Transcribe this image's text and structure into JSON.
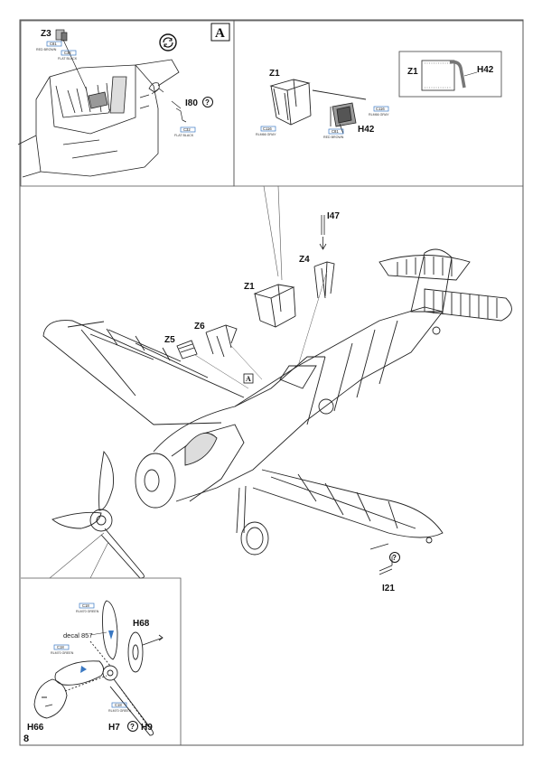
{
  "page_number": "8",
  "panel_a_marker": "A",
  "cockpit_inset": {
    "part_z3": "Z3",
    "part_i80": "I80",
    "callout_1": {
      "code": "C81",
      "color": "RED BROWN"
    },
    "callout_2": {
      "code": "C32",
      "color": "FLAT BLACK"
    },
    "callout_3": {
      "code": "C32",
      "color": "FLAT BLACK"
    }
  },
  "armor_inset": {
    "part_z1": "Z1",
    "part_h42": "H42",
    "callout_1": {
      "code": "C116",
      "color": "RLM66 GRAY"
    },
    "callout_2": {
      "code": "C81",
      "color": "RED BROWN"
    },
    "callout_3": {
      "code": "C116",
      "color": "RLM66 GRAY"
    }
  },
  "detail_box": {
    "part_z1": "Z1",
    "part_h42": "H42"
  },
  "main_view": {
    "part_i47": "I47",
    "part_z4": "Z4",
    "part_z1": "Z1",
    "part_z6": "Z6",
    "part_z5": "Z5",
    "part_i21": "I21",
    "marker_a": "A"
  },
  "propeller_inset": {
    "part_h68": "H68",
    "part_h66": "H66",
    "part_h7": "H7",
    "part_h9": "H9",
    "decal": "decal 857",
    "callout_1": {
      "code": "C18",
      "color": "RLM70 GREEN"
    },
    "callout_2": {
      "code": "C18",
      "color": "RLM70 GREEN"
    },
    "callout_3": {
      "code": "C18",
      "color": "RLM70 GREEN"
    }
  },
  "icons": [
    "rotate-icon",
    "question-mark-icon"
  ],
  "colors": {
    "line": "#111111",
    "callout_blue": "#3a78c2",
    "panel_border": "#555555"
  }
}
